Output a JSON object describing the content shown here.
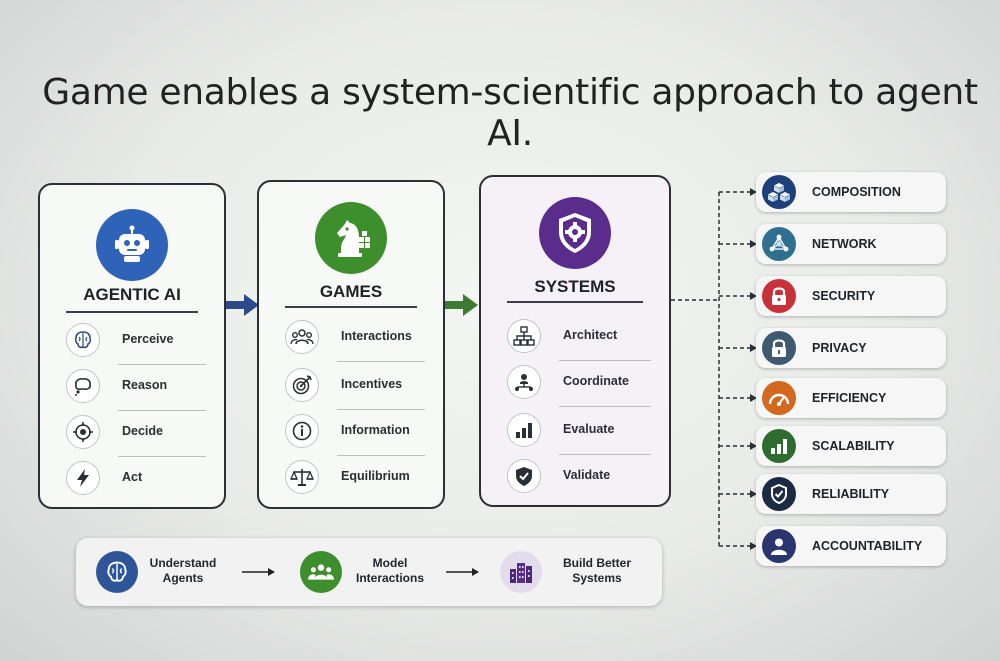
{
  "title": "Game enables a system-scientific approach to agent AI.",
  "columns": [
    {
      "title": "AGENTIC AI",
      "items": [
        "Perceive",
        "Reason",
        "Decide",
        "Act"
      ]
    },
    {
      "title": "GAMES",
      "items": [
        "Interactions",
        "Incentives",
        "Information",
        "Equilibrium"
      ]
    },
    {
      "title": "SYSTEMS",
      "items": [
        "Architect",
        "Coordinate",
        "Evaluate",
        "Validate"
      ]
    }
  ],
  "properties": [
    "COMPOSITION",
    "NETWORK",
    "SECURITY",
    "PRIVACY",
    "EFFICIENCY",
    "SCALABILITY",
    "RELIABILITY",
    "ACCOUNTABILITY"
  ],
  "property_colors": [
    "#1f3f7a",
    "#2f6f8f",
    "#c8313a",
    "#3e5a70",
    "#d2691e",
    "#2e6b2e",
    "#1d2a44",
    "#2a3570"
  ],
  "flow": [
    {
      "line1": "Understand",
      "line2": "Agents"
    },
    {
      "line1": "Model",
      "line2": "Interactions"
    },
    {
      "line1": "Build Better",
      "line2": "Systems"
    }
  ],
  "colors": {
    "agentic": "#2f63b8",
    "games": "#3d8f2e",
    "systems": "#5a2c8c",
    "arrow_blue": "#2c4a8a",
    "arrow_green": "#3d7a32"
  }
}
